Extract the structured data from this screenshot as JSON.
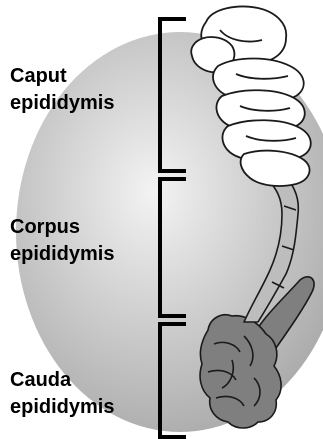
{
  "segments": [
    {
      "line1": "Caput",
      "line2": "epididymis"
    },
    {
      "line1": "Corpus",
      "line2": "epididymis"
    },
    {
      "line1": "Cauda",
      "line2": "epididymis"
    }
  ],
  "colors": {
    "testis_light": "#f3f3f3",
    "testis_dark": "#a6a6a6",
    "caput_fill": "#ffffff",
    "corpus_fill": "#bdbdbd",
    "cauda_fill": "#7f7f7f",
    "outline": "#1a1a1a",
    "bracket": "#000000"
  }
}
